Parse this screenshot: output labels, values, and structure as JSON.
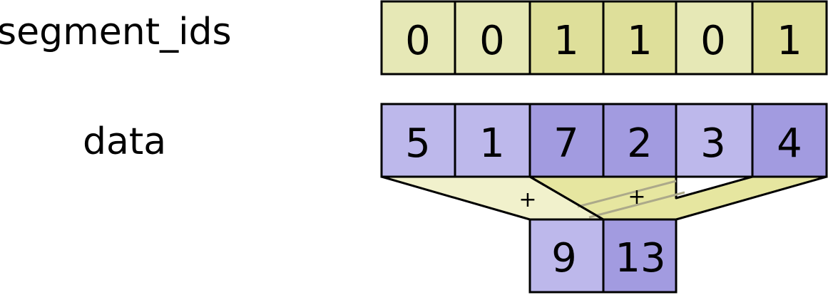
{
  "labels": {
    "segment_ids": "segment_ids",
    "data": "data"
  },
  "segment_ids": [
    "0",
    "0",
    "1",
    "1",
    "0",
    "1"
  ],
  "data": [
    "5",
    "1",
    "7",
    "2",
    "3",
    "4"
  ],
  "output": [
    "9",
    "13"
  ],
  "operators": [
    "+",
    "+"
  ],
  "colors": {
    "seg_group_0": "#e6e8b6",
    "seg_group_1": "#dedf9a",
    "data_group_0": "#bdb8eb",
    "data_group_1": "#a29be0",
    "funnel_group_0": "#f1f1cc",
    "funnel_group_1": "#e6e6a0",
    "guide_line": "#aca98a",
    "stroke": "#000000"
  }
}
